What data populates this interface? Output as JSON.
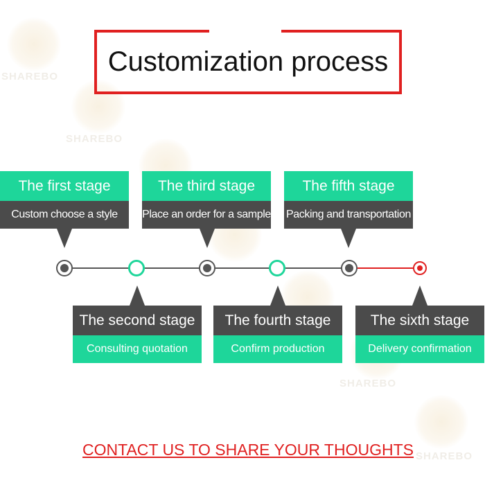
{
  "header": {
    "title": "Customization process"
  },
  "stages": [
    {
      "title": "The first stage",
      "desc": "Custom choose a style"
    },
    {
      "title": "The second stage",
      "desc": "Consulting quotation"
    },
    {
      "title": "The third stage",
      "desc": "Place an order for a sample"
    },
    {
      "title": "The fourth stage",
      "desc": "Confirm production"
    },
    {
      "title": "The fifth stage",
      "desc": "Packing and transportation"
    },
    {
      "title": "The sixth stage",
      "desc": "Delivery confirmation"
    }
  ],
  "footer": {
    "contact": "CONTACT US TO SHARE YOUR THOUGHTS"
  },
  "watermark": {
    "text": "SHAREBO"
  },
  "colors": {
    "accent": "#1ed69a",
    "dark": "#4b4b4b",
    "red": "#e02020"
  }
}
